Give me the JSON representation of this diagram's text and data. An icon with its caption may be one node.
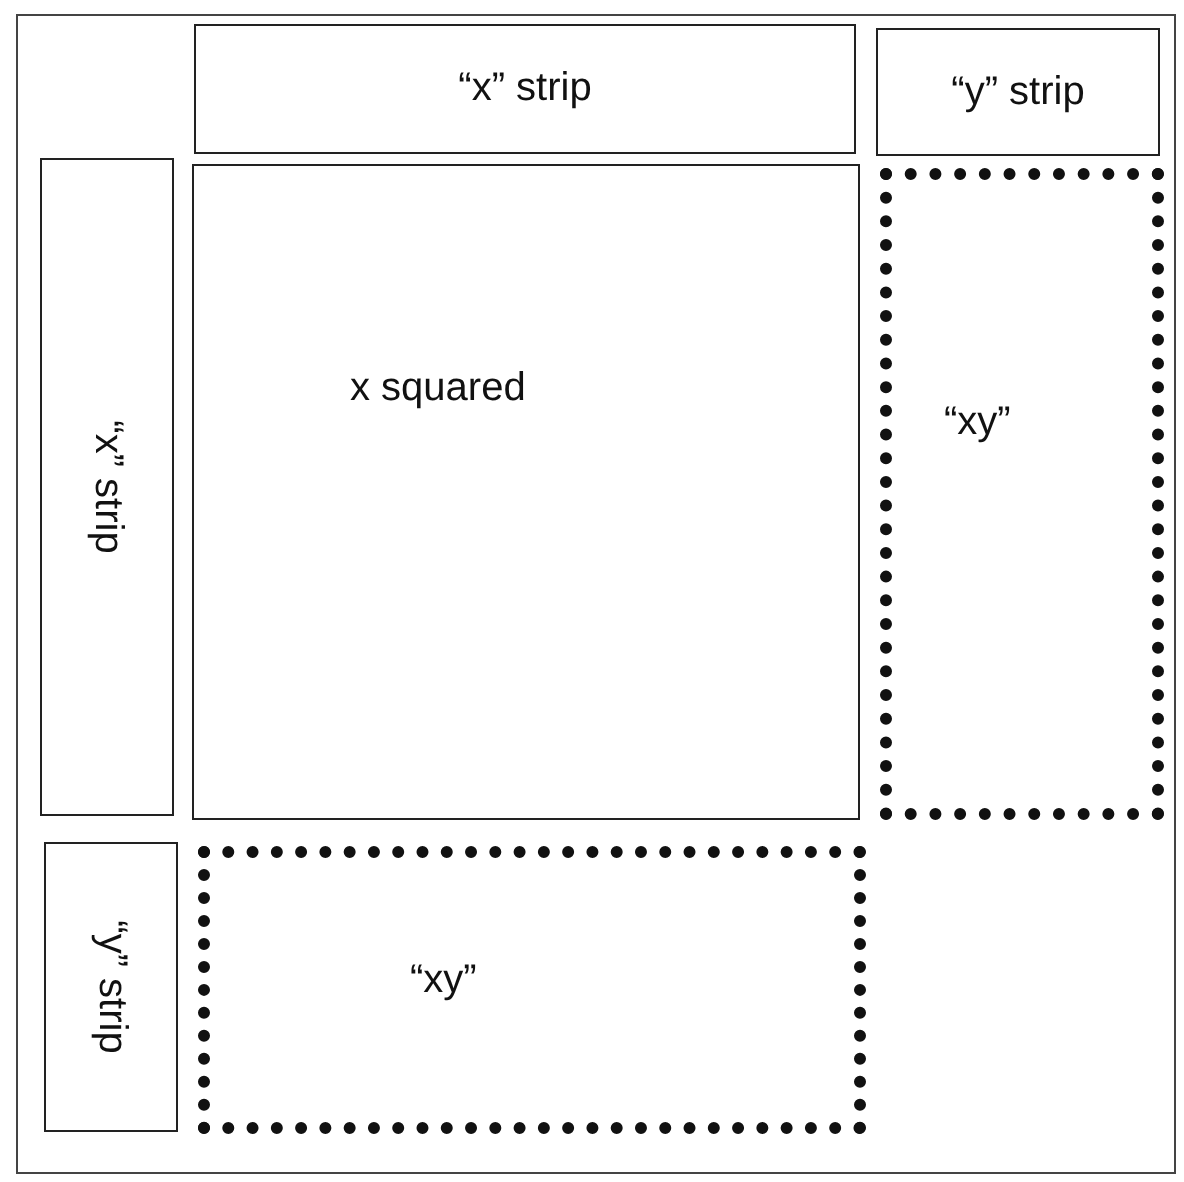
{
  "diagram": {
    "nodes": [
      {
        "text": [
          "“x” strip"
        ]
      },
      {
        "text": [
          "“y” strip"
        ]
      },
      {
        "text": [
          "“x” strip"
        ]
      },
      {
        "text": [
          "x squared"
        ]
      },
      {
        "text": [
          "“xy”"
        ]
      },
      {
        "text": [
          "“y” strip"
        ]
      },
      {
        "text": [
          "“xy”"
        ]
      }
    ]
  }
}
